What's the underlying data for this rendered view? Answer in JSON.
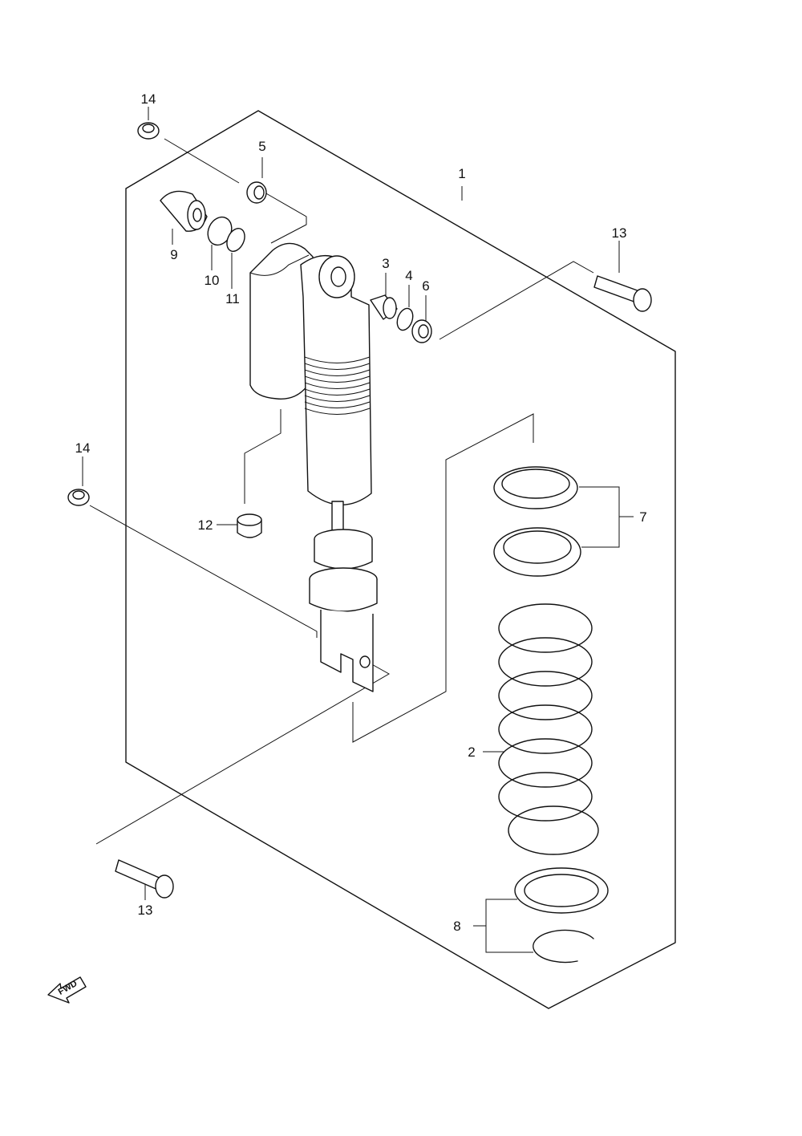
{
  "callouts": {
    "p1": "1",
    "p2": "2",
    "p3": "3",
    "p4": "4",
    "p5": "5",
    "p6": "6",
    "p7": "7",
    "p8": "8",
    "p9": "9",
    "p10": "10",
    "p11": "11",
    "p12": "12",
    "p13_top": "13",
    "p13_bottom": "13",
    "p14_top": "14",
    "p14_mid": "14"
  },
  "direction_marker": {
    "label": "FWD",
    "icon": "arrow-left-icon"
  },
  "colors": {
    "line": "#111111",
    "background": "#ffffff"
  }
}
